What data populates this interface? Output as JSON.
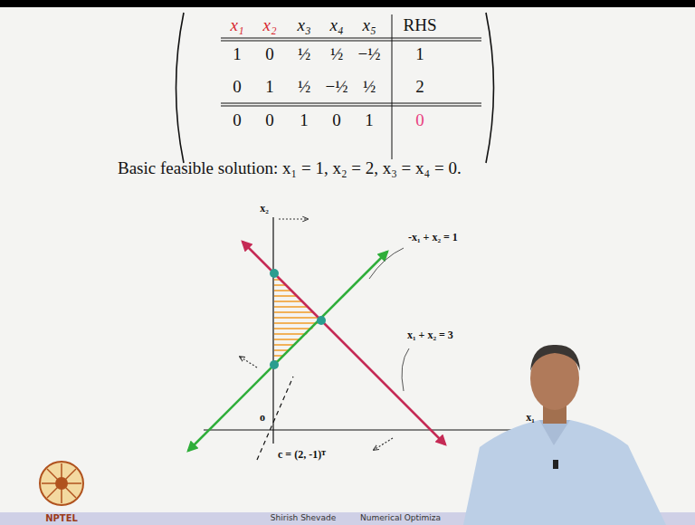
{
  "diagram": {
    "labels": [
      "x₁",
      "x₂",
      "x₃",
      "x₄",
      "x₅",
      "RHS",
      "1",
      "0",
      "½",
      "½",
      "−½",
      "1",
      "0",
      "1",
      "½",
      "−½",
      "½",
      "2",
      "0",
      "0",
      "1",
      "0",
      "1",
      "0",
      "Basic feasible solution: x₁ = 1, x₂ = 2, x₃ = x₄ = 0.",
      "x₂",
      "-x₁ + x₂ = 1",
      "x₁ + x₂ = 3",
      "o",
      "x₁",
      "c = (2, -1)ᵀ",
      "NPTEL",
      "Shirish Shevade",
      "Numerical Optimiza"
    ]
  }
}
